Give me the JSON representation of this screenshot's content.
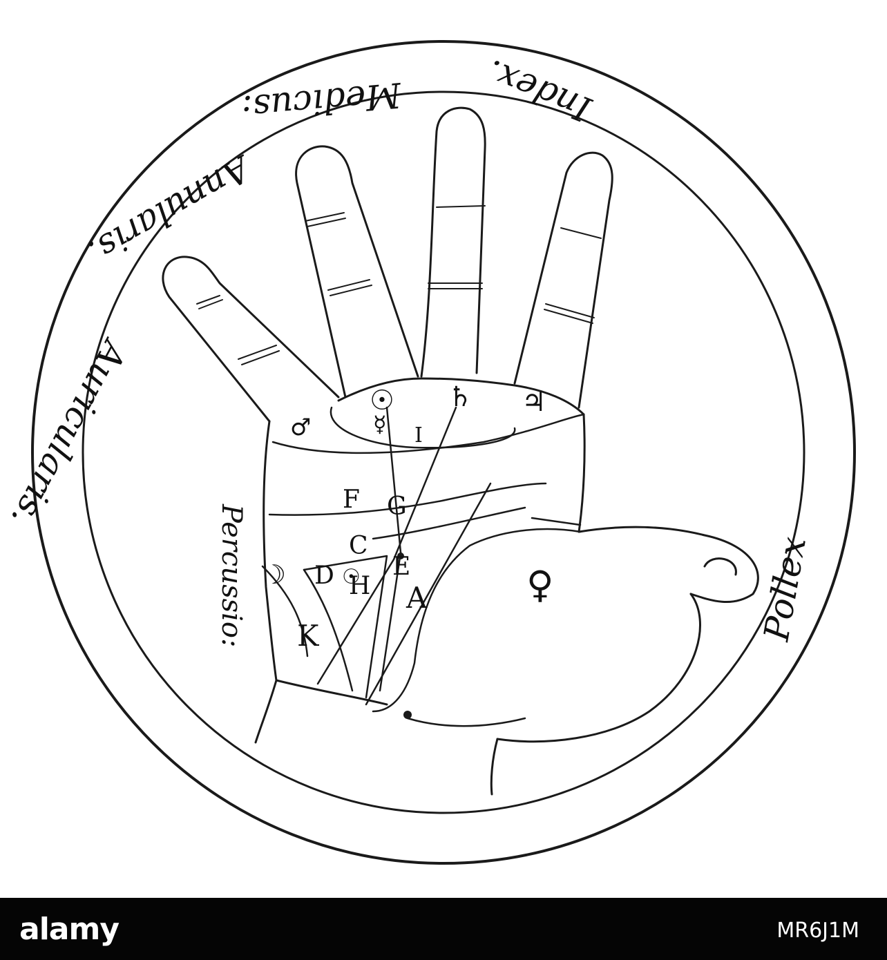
{
  "ring_labels": {
    "index": "Index.",
    "medicus": "Medicus:",
    "annularis": "Annularis.",
    "auricularis": "Auricularis.",
    "pollex": "Pollex",
    "percussio": "Percussio:"
  },
  "letters": {
    "E_upper": "F",
    "G": "G",
    "C": "C",
    "E": "E",
    "D": "D",
    "H": "H",
    "A": "A",
    "K": "K",
    "I": "I"
  },
  "planets": {
    "sun": "☉",
    "mercury": "☿",
    "saturn": "♄",
    "jupiter": "♃",
    "mars": "♂",
    "moon_crescent": "☽",
    "venus": "♀",
    "sun_lower": "☉"
  },
  "footer": {
    "logo": "alamy",
    "image_id": "MR6J1M"
  },
  "colors": {
    "ink": "#1a1a1a",
    "footer_bg": "#050505",
    "footer_text": "#ffffff"
  }
}
